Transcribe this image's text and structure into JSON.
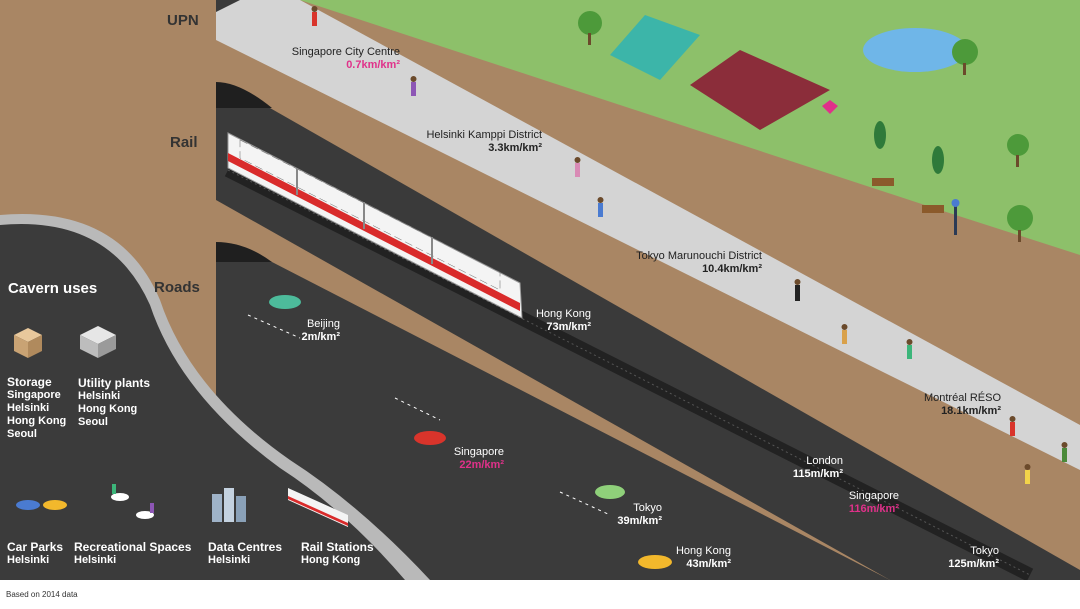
{
  "layers": {
    "upn": "UPN",
    "rail": "Rail",
    "roads": "Roads"
  },
  "upn_labels": [
    {
      "name": "Singapore City Centre",
      "value": "0.7km/km²",
      "highlight": true
    },
    {
      "name": "Helsinki Kamppi District",
      "value": "3.3km/km²",
      "highlight": false
    },
    {
      "name": "Tokyo Marunouchi District",
      "value": "10.4km/km²",
      "highlight": false
    },
    {
      "name": "Montréal RÉSO",
      "value": "18.1km/km²",
      "highlight": false
    }
  ],
  "rail_labels": [
    {
      "name": "Hong Kong",
      "value": "73m/km²",
      "highlight": false
    },
    {
      "name": "London",
      "value": "115m/km²",
      "highlight": false
    },
    {
      "name": "Singapore",
      "value": "116m/km²",
      "highlight": true
    },
    {
      "name": "Tokyo",
      "value": "125m/km²",
      "highlight": false
    }
  ],
  "road_labels": [
    {
      "name": "Beijing",
      "value": "2m/km²",
      "highlight": false
    },
    {
      "name": "Singapore",
      "value": "22m/km²",
      "highlight": true
    },
    {
      "name": "Tokyo",
      "value": "39m/km²",
      "highlight": false
    },
    {
      "name": "Hong Kong",
      "value": "43m/km²",
      "highlight": false
    }
  ],
  "cavern": {
    "title": "Cavern uses",
    "storage": {
      "title": "Storage",
      "items": [
        "Singapore",
        "Helsinki",
        "Hong Kong",
        "Seoul"
      ]
    },
    "utility": {
      "title": "Utility plants",
      "items": [
        "Helsinki",
        "Hong Kong",
        "Seoul"
      ]
    },
    "carparks": {
      "title": "Car Parks",
      "items": [
        "Helsinki"
      ]
    },
    "recreational": {
      "title": "Recreational Spaces",
      "items": [
        "Helsinki"
      ]
    },
    "datacentres": {
      "title": "Data Centres",
      "items": [
        "Helsinki"
      ]
    },
    "railstations": {
      "title": "Rail Stations",
      "items": [
        "Hong Kong"
      ]
    }
  },
  "footnote": "Based on 2014 data",
  "colors": {
    "earth": "#a98664",
    "grass": "#8dc06a",
    "walkway": "#d4d4d4",
    "road": "#3b3b3b",
    "rail_bed": "#2d2d2d",
    "highlight": "#e0318a",
    "train_red": "#d92b2b"
  }
}
